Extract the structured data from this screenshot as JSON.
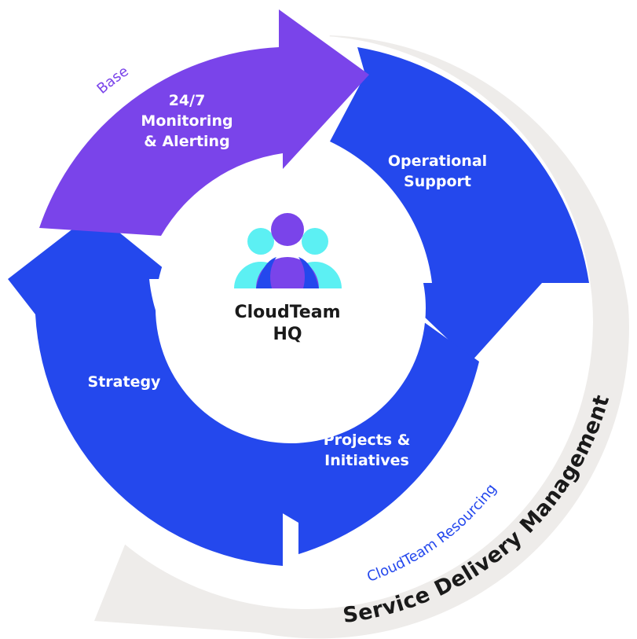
{
  "colors": {
    "blue": "#2448ed",
    "purple": "#7a44ea",
    "cyan": "#5cf0f3",
    "ring": "#eeecea",
    "text_dark": "#1a1a1a",
    "white": "#ffffff"
  },
  "center": {
    "line1": "CloudTeam",
    "line2": "HQ",
    "icon": "team-people-icon"
  },
  "segments": {
    "monitoring": {
      "line1": "24/7",
      "line2": "Monitoring",
      "line3": "& Alerting"
    },
    "operational": {
      "line1": "Operational",
      "line2": "Support"
    },
    "projects": {
      "line1": "Projects &",
      "line2": "Initiatives"
    },
    "strategy": {
      "line1": "Strategy"
    }
  },
  "arc_labels": {
    "base": "Base",
    "resourcing": "CloudTeam Resourcing",
    "service": "Service Delivery Management"
  }
}
